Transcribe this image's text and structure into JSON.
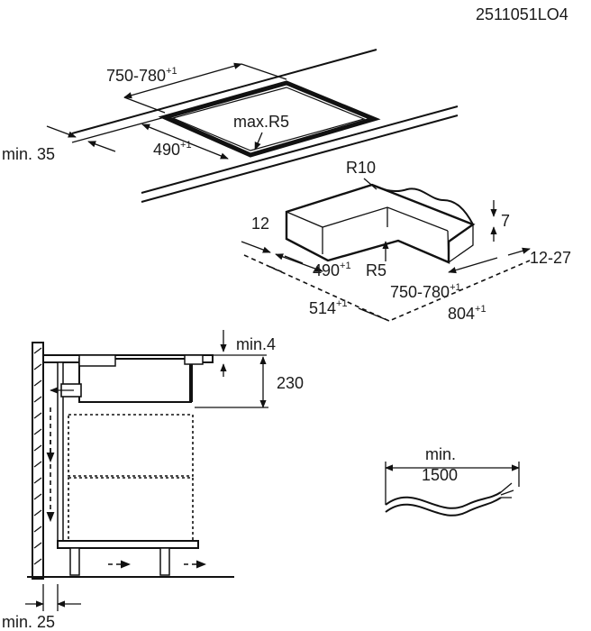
{
  "doc_code": "2511051LO4",
  "cutout": {
    "width": "750-780",
    "width_tol": "+1",
    "depth": "490",
    "depth_tol": "+1",
    "radius": "max.R5",
    "edge_distance": "min. 35"
  },
  "frame": {
    "radius_outer": "R10",
    "frame_height": "7",
    "ledge": "12",
    "depth": "490",
    "depth_tol": "+1",
    "radius_inner": "R5",
    "width": "750-780",
    "width_tol": "+1",
    "range": "12-27",
    "outer_depth": "514",
    "outer_depth_tol": "+1",
    "outer_width": "804",
    "outer_width_tol": "+1"
  },
  "installation": {
    "gap_top": "min.4",
    "unit_height": "230",
    "wall_gap": "min. 25"
  },
  "cable": {
    "length_label": "min.",
    "length_value": "1500"
  }
}
